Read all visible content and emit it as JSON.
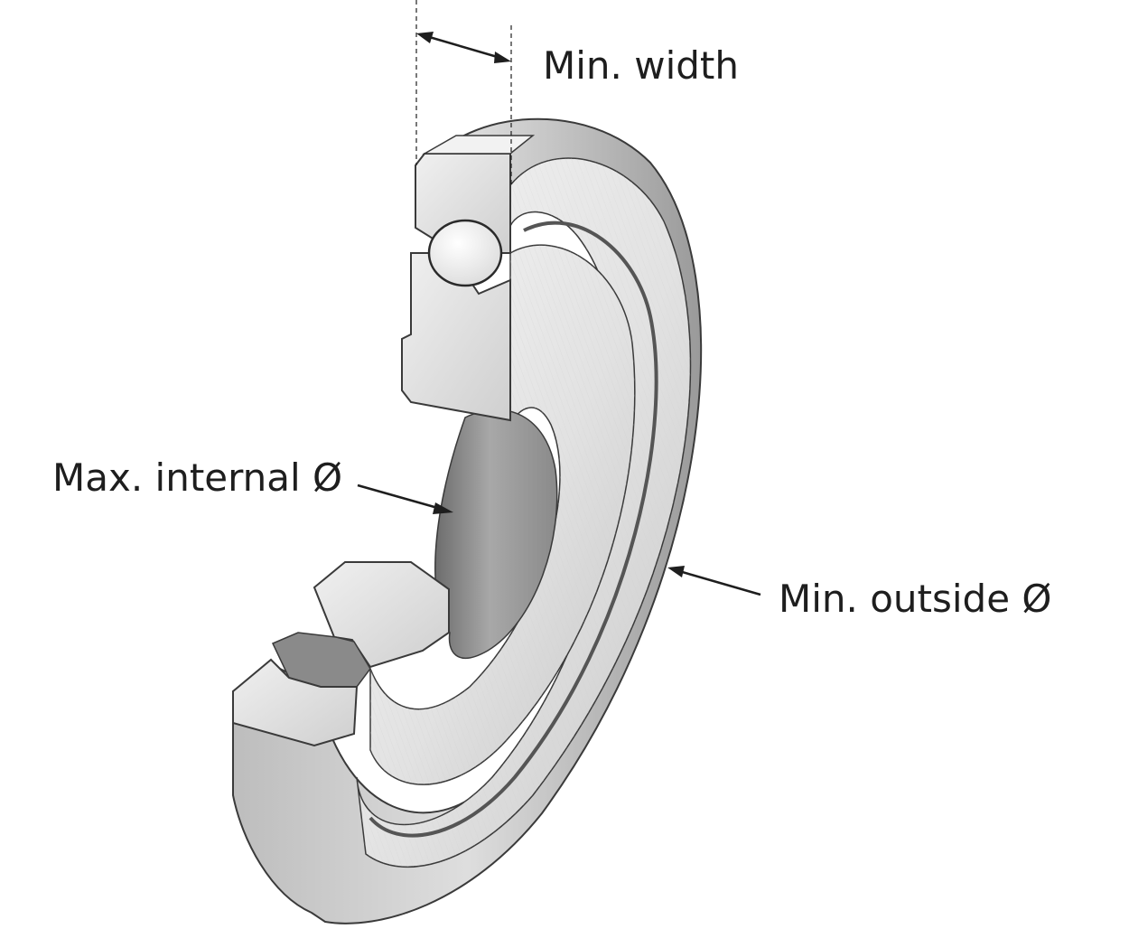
{
  "labels": {
    "min_width": "Min. width",
    "max_internal_diameter": "Max. internal Ø",
    "min_outside_diameter": "Min. outside Ø"
  },
  "colors": {
    "line": "#1e1e1e",
    "outline": "#3a3a3a",
    "face_light": "#e9e9e9",
    "face_mid": "#d2d2d2",
    "face_dark": "#a9a9a9",
    "bore_dark": "#7a7a7a",
    "groove": "#8c8c8c"
  }
}
